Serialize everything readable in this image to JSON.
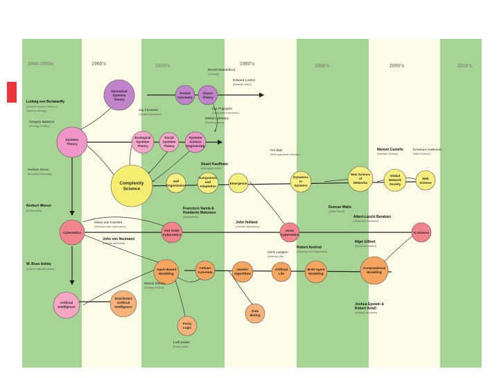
{
  "eras": [
    "1940-1950s",
    "1960's",
    "1970's",
    "1980's",
    "1990's",
    "2000's",
    "2010's"
  ],
  "nodes": {
    "dynamical_systems": "Dynamical Systems Theory",
    "fractal_geometry": "Fractal Geometry",
    "chaos_theory": "Chaos Theory",
    "systems_theory": "Systems Theory",
    "ecological_systems": "Ecological Systems Theory",
    "social_systems": "Social Systems Theory",
    "systems_engineering": "Systems Science Engineering",
    "complexity_science": "Complexity Science",
    "self_organization": "Self Organization",
    "autopoiesis": "Autopoiesis and Adaptation",
    "emergence": "Emergence",
    "dynamics_in_systems": "Dynamics in Systems",
    "new_science_networks": "New Science of Networks",
    "global_network_society": "Global Network Society",
    "web_science": "Web Science",
    "cybernetics": "Cybernetics",
    "second_order_cybernetics": "2nd Order Cybernetics",
    "socio_cybernetics": "Socio Cybernetics",
    "e_science": "E-Science",
    "artificial_intelligence": "Artificial Intelligence",
    "agent_based_modelling": "Agent Based Modelling",
    "cellular_automata": "Cellular Automata",
    "genetic_algorithms": "Genetic Algorithms",
    "artificial_life": "Artificial Life",
    "multi_agent_modelling": "Multi-Agent Modelling",
    "computational_modelling": "Computational Modelling",
    "distributed_ai": "Distributed Artificial Intelligence",
    "data_mining": "Data Mining",
    "fuzzy_logic": "Fuzzy Logic"
  },
  "people": {
    "bertalanffy_name": "Ludwig von Bertalanffy",
    "bertalanffy_sub1": "(General System Theory &",
    "bertalanffy_sub2": "Systems Biology)",
    "wiener_name": "Norbert Wiener",
    "wiener_sub": "(Cybernetics)",
    "ashby_name": "W. Ross Ashby",
    "ashby_sub": "(Law of requisite variety)",
    "neumann_name": "John von Neumann",
    "neumann_sub": "(Cellular automata)",
    "kauffman_name": "Stuart Kauffman",
    "kauffman_sub": "(Biological Order)",
    "varela_name": "Francisco Varela &",
    "varela_name2": "Humberto Maturana",
    "varela_sub": "(Autopoiesis)",
    "holland_name": "John Holland",
    "holland_sub": "(Genetic Algorithms)",
    "axelrod_name": "Robert Axelrod",
    "axelrod_sub": "(Evolution of Cooperation)",
    "castells_name": "Manuel Castells",
    "castells_sub": "(Network Society)",
    "watts_name": "Duncan Watts",
    "watts_sub": "(Small World)",
    "barabasi_name": "Albert-László Barabási",
    "barabasi_sub": "(Scale-free networks)",
    "gilbert_name": "Nigel Gilbert",
    "gilbert_sub": "(Social simulation)",
    "epstein_name": "Joshua Epstein &",
    "epstein_name2": "Robert Axtell",
    "epstein_sub": "(Artificial Societies)",
    "bak_name": "Per Bak",
    "bak_sub": "(Self-organized criticality)",
    "prigogine_name": "Ilya Prigogine",
    "prigogine_sub": "(Dissipative structures)",
    "mandelbrot_name": "Benoît Mandelbrot",
    "mandelbrot_sub": "(Fractals)",
    "lorenz_name": "Edward Lorenz",
    "lorenz_sub": "(Butterfly effect)",
    "luhmann_name": "Niklas Luhmann",
    "luhmann_sub": "(Social systems)",
    "zadeh_name": "Lotfi Zadeh",
    "zadeh_sub": "(Fuzzy logic)",
    "langton_name": "Chris Langton",
    "langton_sub": "(Artificial Life)",
    "anderson_name": "Emanuel Anderson",
    "anderson_sub": "(Web Science)",
    "forrester_name": "Jay Forrester",
    "forrester_sub": "(System Dynamics)",
    "bateson_name": "Gregory Bateson",
    "bateson_sub": "(Ecology of Mind)",
    "foerster_name": "Heinz von Foerster",
    "foerster_sub": "(Second-order cybernetics)",
    "minsky_name": "Marvin Minsky",
    "minsky_sub": "(Society of Mind)",
    "simon_name": "Herbert Simon",
    "simon_sub": "(Bounded rationality)"
  }
}
